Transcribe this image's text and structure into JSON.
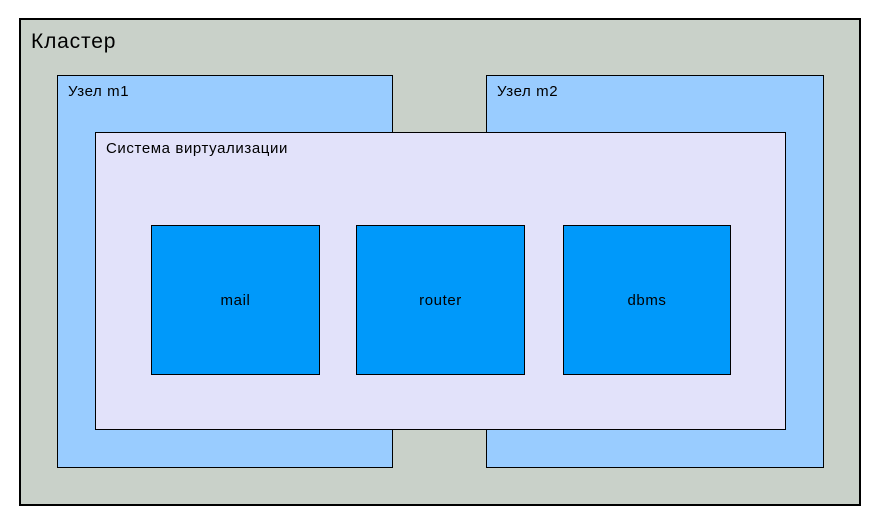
{
  "diagram": {
    "cluster": {
      "label": "Кластер"
    },
    "nodes": [
      {
        "id": "m1",
        "label": "Узел m1"
      },
      {
        "id": "m2",
        "label": "Узел m2"
      }
    ],
    "virtualization": {
      "label": "Система виртуализации"
    },
    "vms": [
      {
        "label": "mail"
      },
      {
        "label": "router"
      },
      {
        "label": "dbms"
      }
    ]
  },
  "colors": {
    "page_bg": "#ffffff",
    "cluster_bg": "#c9d1c9",
    "node_bg": "#99ccff",
    "virtualization_bg": "#e2e2fa",
    "vm_bg": "#0099fa",
    "border": "#000000",
    "text": "#000000"
  }
}
